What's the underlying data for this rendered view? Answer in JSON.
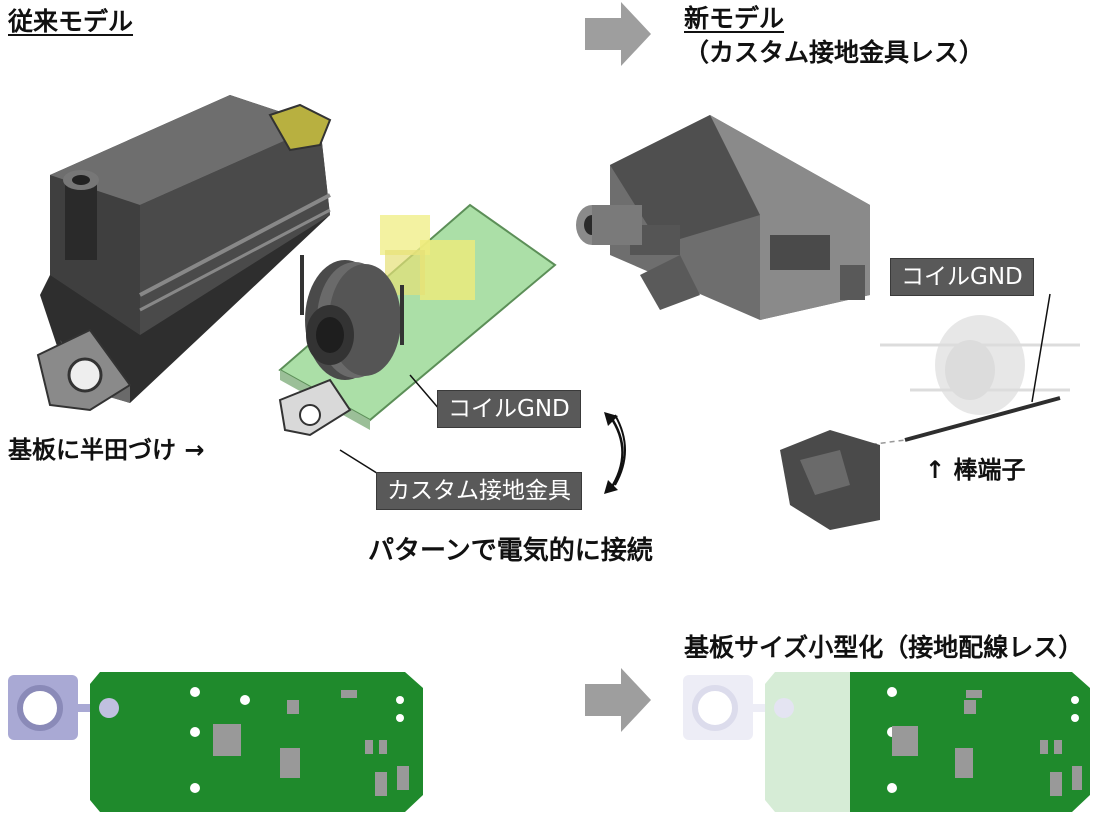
{
  "titles": {
    "old_model": "従来モデル",
    "new_model_line1": "新モデル",
    "new_model_line2": "（カスタム接地金具レス）",
    "board_size": "基板サイズ小型化（接地配線レス）"
  },
  "labels": {
    "solder_to_board": "基板に半田づけ →",
    "coil_gnd_old": "コイルGND",
    "custom_ground_bracket": "カスタム接地金具",
    "pattern_connection": "パターンで電気的に接続",
    "coil_gnd_new": "コイルGND",
    "rod_terminal": "↑ 棒端子"
  },
  "colors": {
    "label_bg": "#595959",
    "pcb_green": "#1f8a2c",
    "arrow_grey": "#9e9e9e",
    "housing_dark": "#3c3c3c"
  }
}
